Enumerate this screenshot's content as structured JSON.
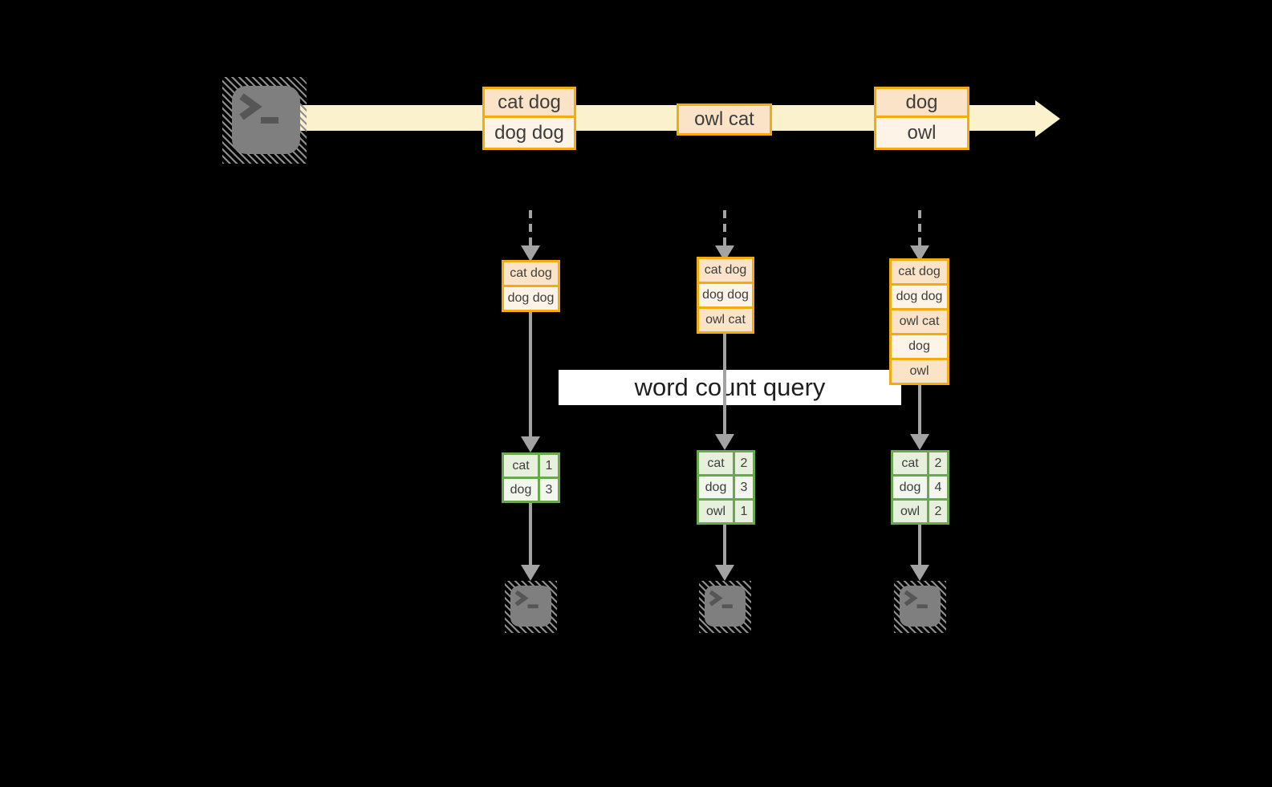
{
  "palette": {
    "stream_band": "#fbf1cd",
    "box_border": "#f2ac0f",
    "box_fill_dark": "#fbe3c8",
    "box_fill_light": "#fdf3e7",
    "table_border": "#6aa84f",
    "table_fill_dark": "#e7efdd",
    "table_fill_light": "#f2f6ed",
    "arrow_gray": "#a3a3a3",
    "terminal_gray": "#7f7f7f",
    "terminal_glyph": "#565656",
    "text": "#3d3d3d",
    "banner_bg": "#ffffff",
    "banner_text": "#1f1f1f"
  },
  "stream": {
    "source_icon": "terminal-icon",
    "batches": [
      {
        "events": [
          "cat dog",
          "dog dog"
        ]
      },
      {
        "events": [
          "owl cat"
        ]
      },
      {
        "events": [
          "dog",
          "owl"
        ]
      }
    ]
  },
  "query_banner": {
    "label": "word count query"
  },
  "micro_batches": [
    {
      "buffer": [
        "cat dog",
        "dog dog"
      ],
      "word_counts": [
        [
          "cat",
          1
        ],
        [
          "dog",
          3
        ]
      ]
    },
    {
      "buffer": [
        "cat dog",
        "dog dog",
        "owl cat"
      ],
      "word_counts": [
        [
          "cat",
          2
        ],
        [
          "dog",
          3
        ],
        [
          "owl",
          1
        ]
      ]
    },
    {
      "buffer": [
        "cat dog",
        "dog dog",
        "owl cat",
        "dog",
        "owl"
      ],
      "word_counts": [
        [
          "cat",
          2
        ],
        [
          "dog",
          4
        ],
        [
          "owl",
          2
        ]
      ]
    }
  ],
  "sinks": [
    {
      "icon": "terminal-icon"
    },
    {
      "icon": "terminal-icon"
    },
    {
      "icon": "terminal-icon"
    }
  ]
}
